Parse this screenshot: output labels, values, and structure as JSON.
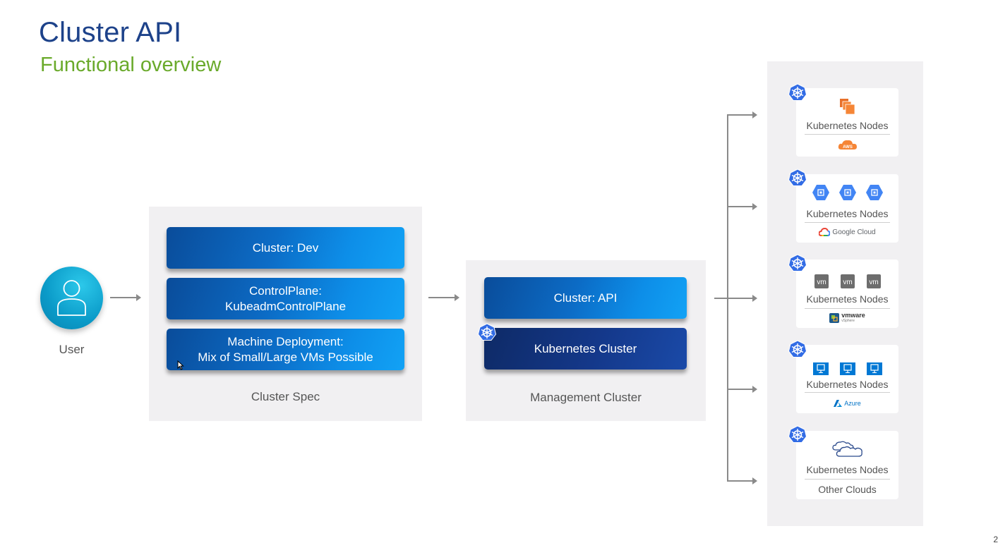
{
  "header": {
    "title": "Cluster API",
    "subtitle": "Functional overview"
  },
  "user": {
    "label": "User",
    "icon": "user-icon"
  },
  "cluster_spec": {
    "label": "Cluster Spec",
    "blocks": [
      {
        "lines": [
          "Cluster: Dev"
        ]
      },
      {
        "lines": [
          "ControlPlane:",
          "KubeadmControlPlane"
        ]
      },
      {
        "lines": [
          "Machine Deployment:",
          "Mix of Small/Large VMs Possible"
        ]
      }
    ]
  },
  "management_cluster": {
    "label": "Management Cluster",
    "blocks": [
      {
        "text": "Cluster: API"
      },
      {
        "text": "Kubernetes Cluster",
        "icon": "kubernetes-icon"
      }
    ]
  },
  "workload_clusters": [
    {
      "title": "Kubernetes Nodes",
      "provider": "AWS",
      "node_icon": "aws-ec2-icon",
      "provider_icon": "aws-logo-icon"
    },
    {
      "title": "Kubernetes Nodes",
      "provider": "Google Cloud",
      "node_icon": "gcp-compute-icon",
      "provider_icon": "google-cloud-logo-icon"
    },
    {
      "title": "Kubernetes Nodes",
      "provider": "vmware",
      "provider_sub": "vSphere",
      "node_icon": "vm-icon",
      "provider_icon": "vsphere-logo-icon"
    },
    {
      "title": "Kubernetes Nodes",
      "provider": "Azure",
      "node_icon": "azure-vm-icon",
      "provider_icon": "azure-logo-icon"
    },
    {
      "title": "Kubernetes Nodes",
      "provider": "Other Clouds",
      "node_icon": "cloud-icon"
    }
  ],
  "page_number": "2",
  "colors": {
    "title": "#1d428a",
    "subtitle": "#6aaa2b",
    "panel": "#f1f0f2",
    "kubernetes": "#326ce5",
    "aws": "#f58536",
    "gcp": "#4285f4",
    "azure": "#0078d4"
  }
}
